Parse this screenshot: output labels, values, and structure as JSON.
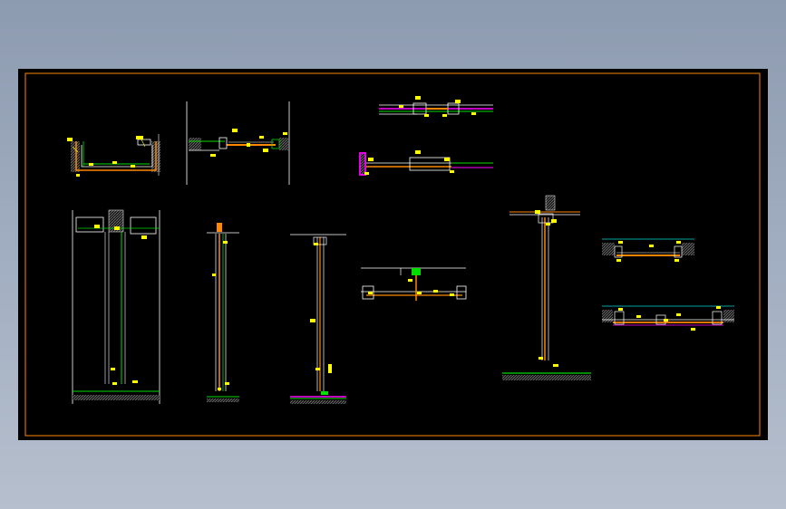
{
  "viewport": {
    "background_top": "#8d9bb0",
    "background_bottom": "#b6bfcd"
  },
  "drawing": {
    "canvas_color": "#000000",
    "frame_color": "#ff8800",
    "layer_colors": {
      "frame": "#ff8800",
      "outline": "#ffffff",
      "annotation": "#ffff00",
      "section_green": "#00dd00",
      "magenta": "#ff00ff",
      "cyan": "#00dddd",
      "hatch": "#7a7a7a",
      "orange_line": "#ff8800"
    },
    "details": [
      "plan-detail-1",
      "plan-detail-2",
      "plan-detail-3",
      "plan-detail-4",
      "section-detail-1",
      "section-detail-2",
      "section-detail-3",
      "plan-detail-5",
      "section-detail-4",
      "plan-detail-6",
      "plan-detail-7"
    ]
  }
}
